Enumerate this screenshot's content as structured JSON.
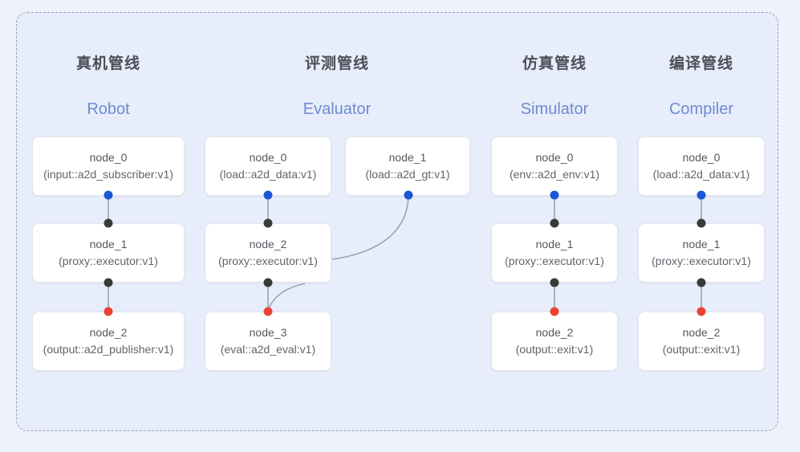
{
  "diagram": {
    "frame_style": "dashed",
    "background_color": "#e7edfa",
    "page_background": "#eef2fb",
    "border_color": "#9aa3b5"
  },
  "colors": {
    "port_blue": "#1a56d6",
    "port_black": "#3a3a3a",
    "port_red": "#ea4335",
    "header_text": "#4a4f57",
    "subheader_text": "#6e8bd0",
    "edge_line": "#9aa4b4"
  },
  "columns": [
    {
      "id": "robot",
      "header": "真机管线",
      "subheader": "Robot",
      "nodes": [
        {
          "id": "robot-node-0",
          "title": "node_0",
          "sub": "(input::a2d_subscriber:v1)"
        },
        {
          "id": "robot-node-1",
          "title": "node_1",
          "sub": "(proxy::executor:v1)"
        },
        {
          "id": "robot-node-2",
          "title": "node_2",
          "sub": "(output::a2d_publisher:v1)"
        }
      ]
    },
    {
      "id": "evaluator",
      "header": "评测管线",
      "subheader": "Evaluator",
      "nodes": [
        {
          "id": "evaluator-node-0",
          "title": "node_0",
          "sub": "(load::a2d_data:v1)"
        },
        {
          "id": "evaluator-node-2",
          "title": "node_2",
          "sub": "(proxy::executor:v1)"
        },
        {
          "id": "evaluator-node-3",
          "title": "node_3",
          "sub": "(eval::a2d_eval:v1)"
        },
        {
          "id": "evaluator-node-1",
          "title": "node_1",
          "sub": "(load::a2d_gt:v1)"
        }
      ]
    },
    {
      "id": "simulator",
      "header": "仿真管线",
      "subheader": "Simulator",
      "nodes": [
        {
          "id": "simulator-node-0",
          "title": "node_0",
          "sub": "(env::a2d_env:v1)"
        },
        {
          "id": "simulator-node-1",
          "title": "node_1",
          "sub": "(proxy::executor:v1)"
        },
        {
          "id": "simulator-node-2",
          "title": "node_2",
          "sub": "(output::exit:v1)"
        }
      ]
    },
    {
      "id": "compiler",
      "header": "编译管线",
      "subheader": "Compiler",
      "nodes": [
        {
          "id": "compiler-node-0",
          "title": "node_0",
          "sub": "(load::a2d_data:v1)"
        },
        {
          "id": "compiler-node-1",
          "title": "node_1",
          "sub": "(proxy::executor:v1)"
        },
        {
          "id": "compiler-node-2",
          "title": "node_2",
          "sub": "(output::exit:v1)"
        }
      ]
    }
  ]
}
